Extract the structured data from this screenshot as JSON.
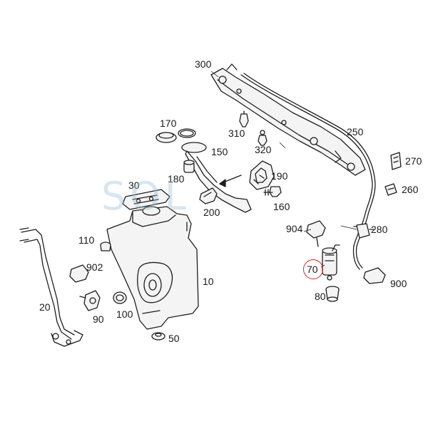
{
  "diagram": {
    "watermark": "SOL",
    "highlight_color": "#dd2222",
    "line_color": "#1e1e1e",
    "fill_color": "#f4f4f4",
    "callouts": {
      "c300": "300",
      "c250": "250",
      "c310": "310",
      "c320": "320",
      "c170": "170",
      "c150": "150",
      "c180": "180",
      "c190": "190",
      "c270": "270",
      "c260": "260",
      "c30": "30",
      "c200": "200",
      "c160": "160",
      "c904": "904",
      "c280": "280",
      "c110": "110",
      "c902": "902",
      "c70": "70",
      "c900": "900",
      "c10": "10",
      "c20": "20",
      "c80": "80",
      "c90": "90",
      "c100": "100",
      "c50": "50"
    }
  }
}
